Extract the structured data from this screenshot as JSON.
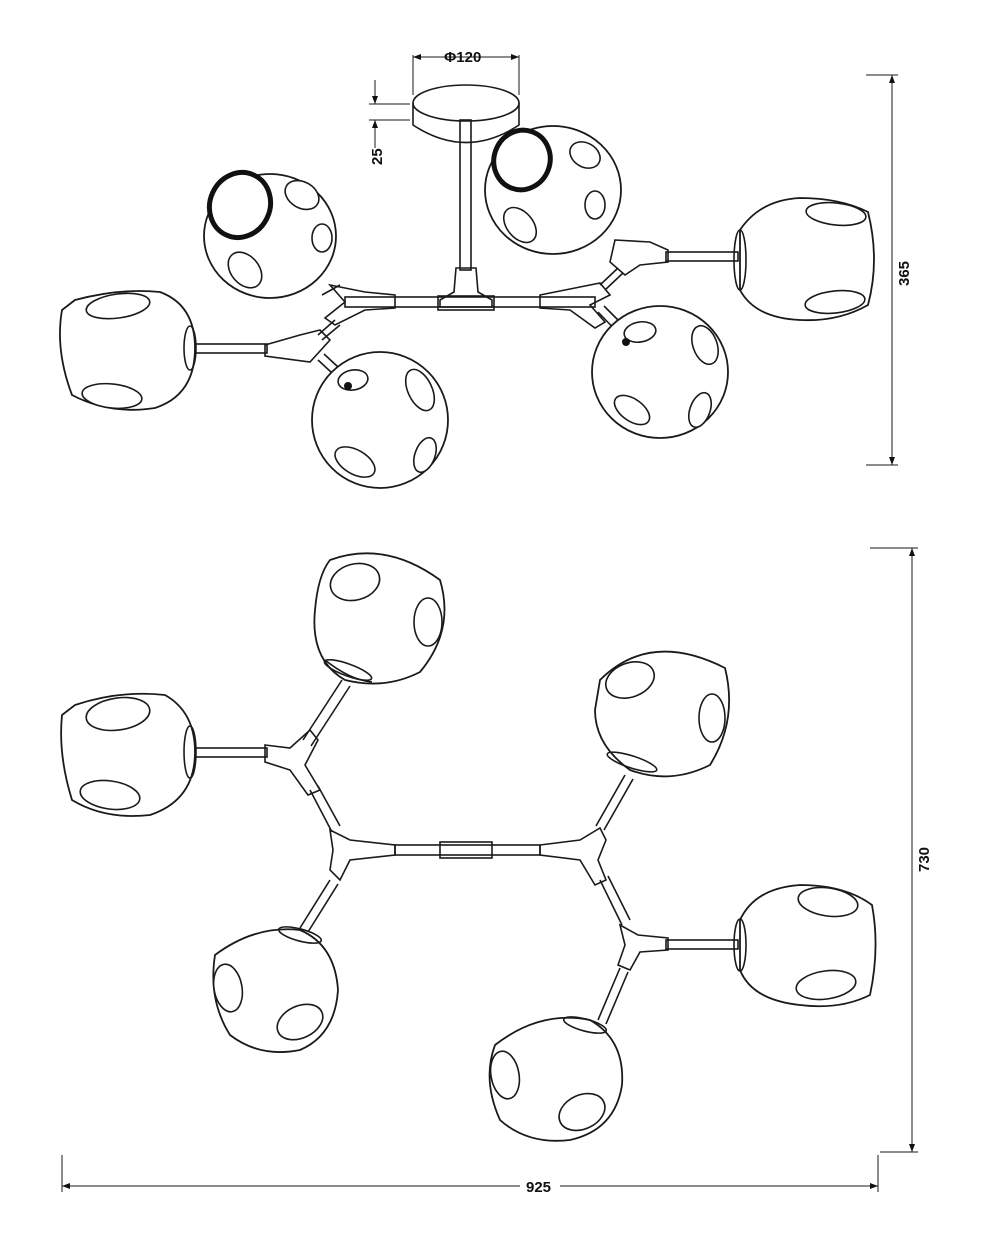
{
  "drawing": {
    "diameter_label": "Φ120",
    "canopy_height_label": "25",
    "side_height_label": "365",
    "top_depth_label": "730",
    "overall_width_label": "925"
  }
}
